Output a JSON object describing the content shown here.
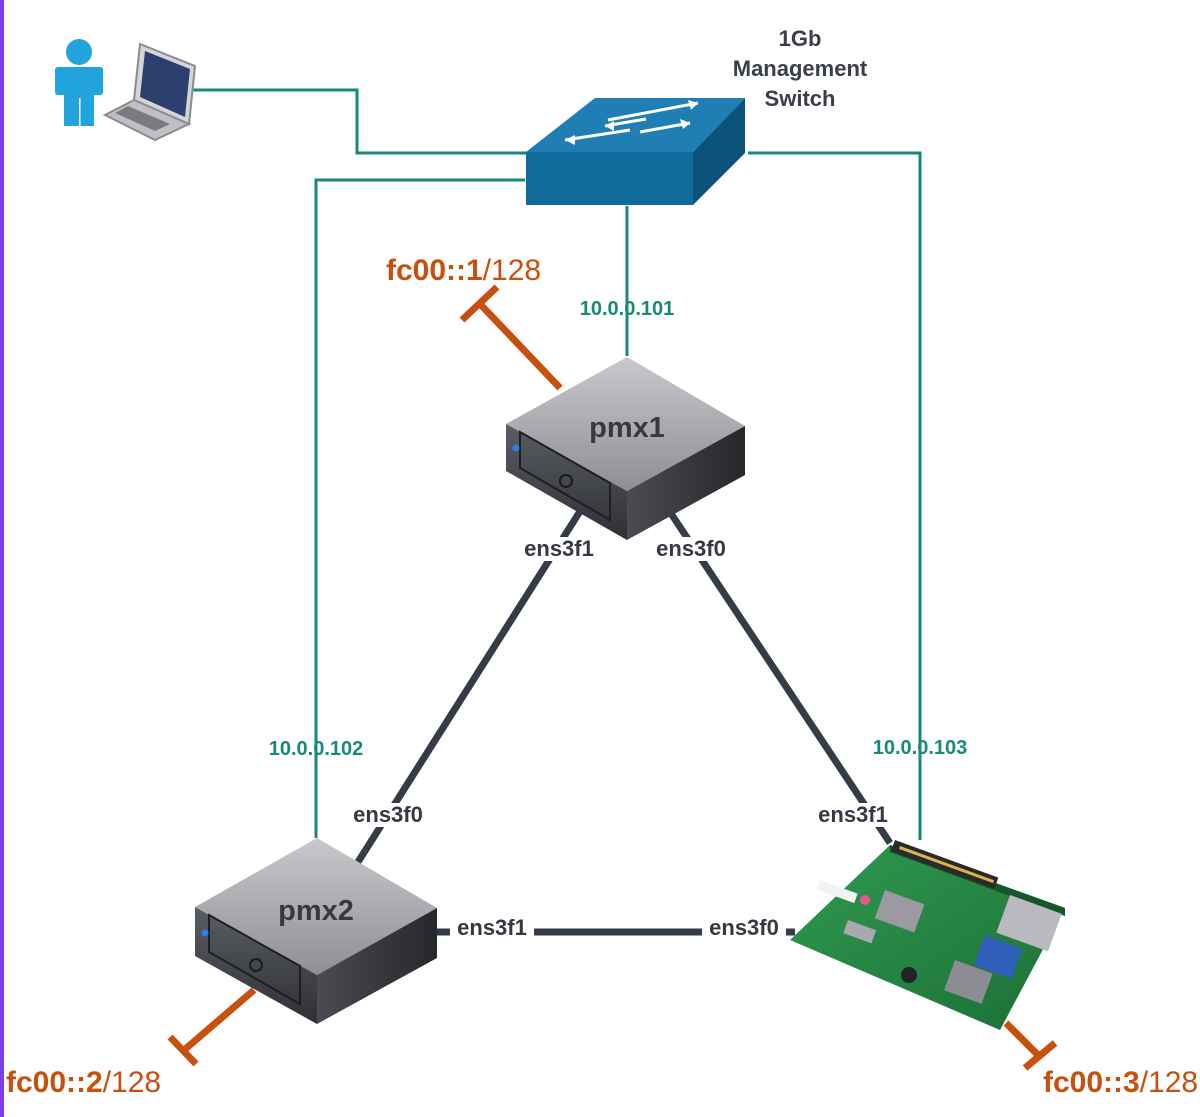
{
  "diagram": {
    "switch": {
      "title_lines": [
        "1Gb",
        "Management",
        "Switch"
      ]
    },
    "nodes": {
      "pmx1": {
        "name": "pmx1",
        "mgmt_ip": "10.0.0.101",
        "ipv6_addr": "fc00::1",
        "ipv6_prefix": "/128",
        "port_left": "ens3f1",
        "port_right": "ens3f0"
      },
      "pmx2": {
        "name": "pmx2",
        "mgmt_ip": "10.0.0.102",
        "ipv6_addr": "fc00::2",
        "ipv6_prefix": "/128",
        "port_up": "ens3f0",
        "port_right": "ens3f1"
      },
      "pmx3": {
        "mgmt_ip": "10.0.0.103",
        "ipv6_addr": "fc00::3",
        "ipv6_prefix": "/128",
        "port_up": "ens3f1",
        "port_left": "ens3f0"
      }
    },
    "colors": {
      "mgmt_link": "#1a8a78",
      "ipv6": "#c8500f",
      "mesh_link": "#353b47",
      "switch_blue": "#0f6b9c",
      "user_blue": "#21a3dc",
      "border": "#7e3fe6"
    },
    "icons": [
      "user-icon",
      "laptop-icon",
      "network-switch-icon",
      "server-icon",
      "raspberry-pi-icon"
    ]
  }
}
